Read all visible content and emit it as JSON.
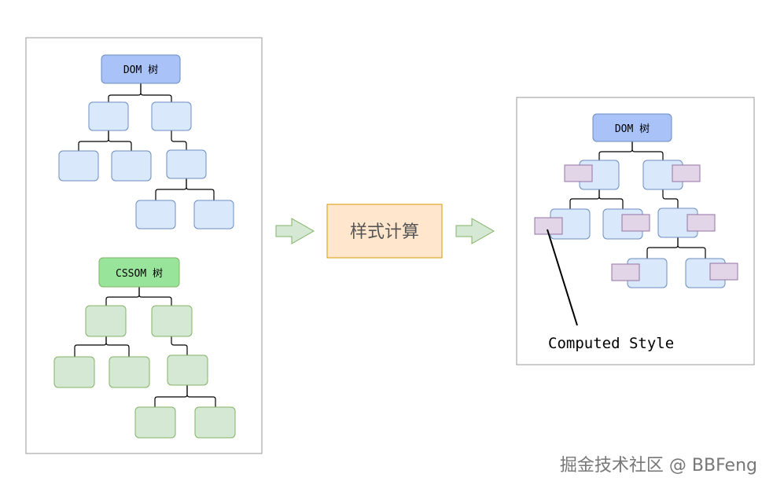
{
  "left_panel": {
    "dom_root_label": "DOM 树",
    "cssom_root_label": "CSSOM 树"
  },
  "process_box": {
    "label": "样式计算"
  },
  "right_panel": {
    "dom_root_label": "DOM 树",
    "annotation": "Computed Style"
  },
  "watermark": {
    "text": "掘金技术社区 @ BBFeng"
  },
  "colors": {
    "dom_root_fill": "#a9c2f8",
    "dom_root_stroke": "#6c8ebf",
    "dom_node_fill": "#dae8fc",
    "dom_node_stroke": "#6c8ebf",
    "cssom_root_fill": "#99e49b",
    "cssom_root_stroke": "#82b366",
    "cssom_node_fill": "#d5e8d4",
    "cssom_node_stroke": "#82b366",
    "process_fill": "#ffe6cc",
    "process_stroke": "#d79b00",
    "style_tag_fill": "#e1d5e7",
    "style_tag_stroke": "#9673a6",
    "arrow_fill": "#d5e8d4",
    "arrow_stroke": "#82b366",
    "panel_stroke": "#999999",
    "connector": "#000000",
    "text": "#000000",
    "process_text": "#555555",
    "watermark_text": "#777777"
  }
}
